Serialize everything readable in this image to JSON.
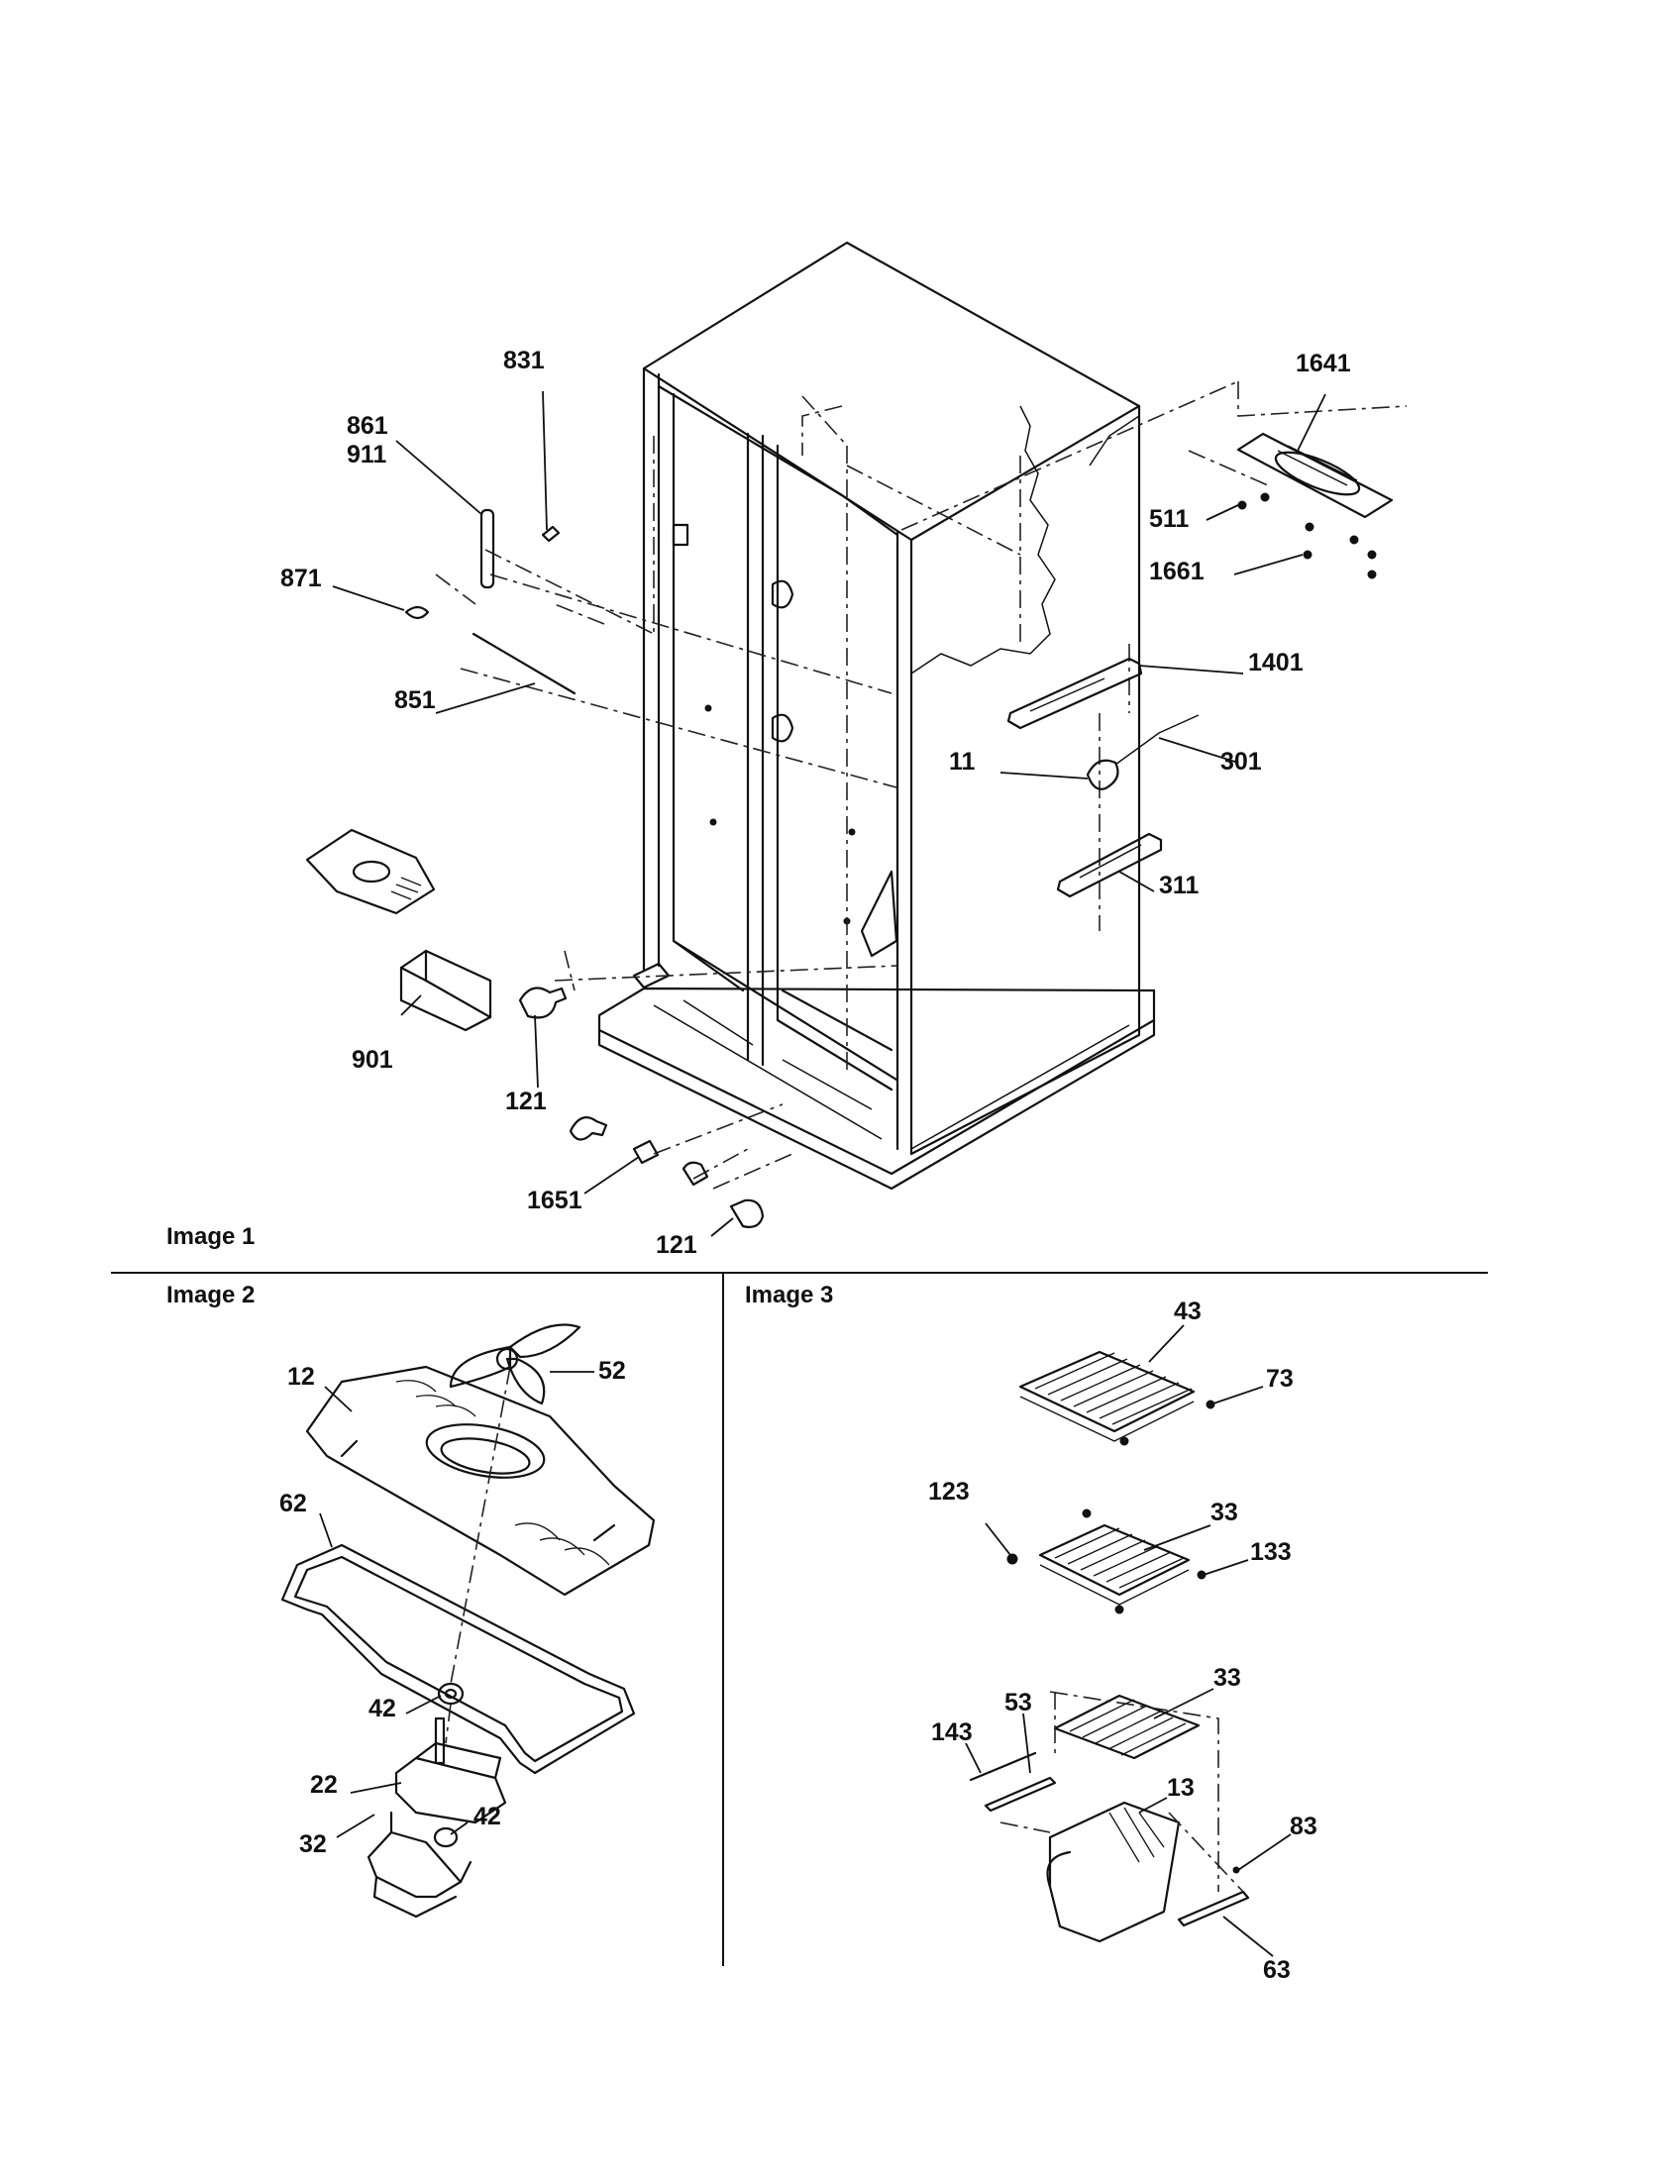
{
  "panels": [
    {
      "id": "image-1",
      "title": "Image 1"
    },
    {
      "id": "image-2",
      "title": "Image 2"
    },
    {
      "id": "image-3",
      "title": "Image 3"
    }
  ],
  "callouts": {
    "image_1": [
      "831",
      "861",
      "911",
      "871",
      "851",
      "1641",
      "511",
      "1661",
      "1401",
      "11",
      "301",
      "311",
      "901",
      "121",
      "1651",
      "121"
    ],
    "image_2": [
      "12",
      "52",
      "62",
      "42",
      "22",
      "42",
      "32"
    ],
    "image_3": [
      "43",
      "73",
      "123",
      "33",
      "133",
      "33",
      "143",
      "53",
      "13",
      "83",
      "63"
    ]
  }
}
